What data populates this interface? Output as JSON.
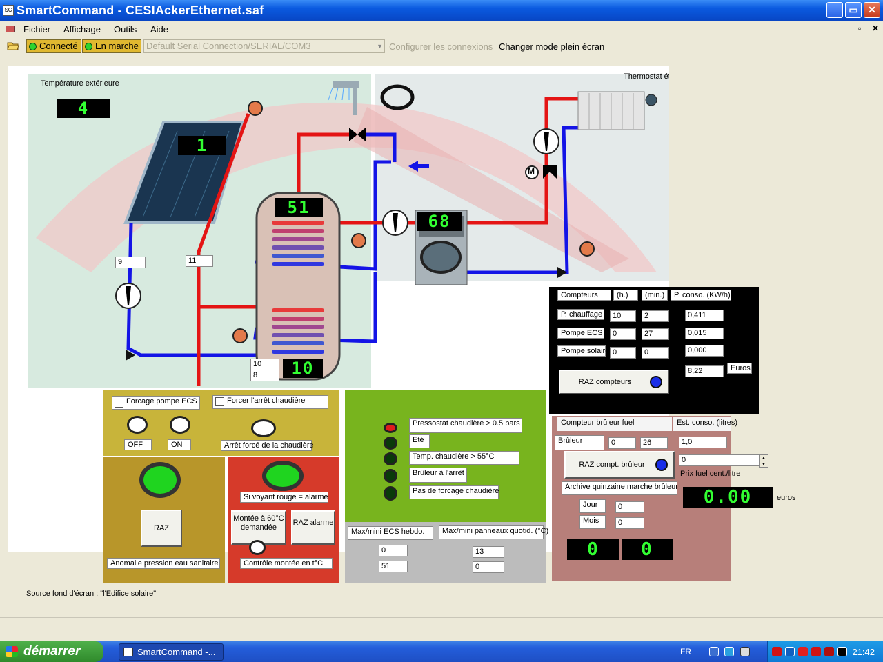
{
  "window": {
    "title": "SmartCommand - CESIAckerEthernet.saf"
  },
  "menu": {
    "items": [
      "Fichier",
      "Affichage",
      "Outils",
      "Aide"
    ]
  },
  "toolbar": {
    "connected_label": "Connecté",
    "running_label": "En marche",
    "connection_combo": "Default Serial Connection/SERIAL/COM3",
    "configure_label": "Configurer les connexions",
    "fullscreen_label": "Changer mode plein écran"
  },
  "scene": {
    "outdoor_temp_label": "Température extérieure",
    "outdoor_temp": "4",
    "thermostat_label": "Thermostat étage",
    "solar_panel_temp": "1",
    "tank_top_temp": "51",
    "tank_bottom_temp": "10",
    "boiler_temp": "68",
    "solar_in": "9",
    "solar_out": "11",
    "tank_in_a": "10",
    "tank_in_b": "8",
    "valve_label": "M",
    "source_note": "Source fond d'écran : \"l'Edifice solaire\""
  },
  "counters": {
    "headers": [
      "Compteurs",
      "(h.)",
      "(min.)",
      "P. conso. (KW/h)"
    ],
    "rows": [
      {
        "label": "P. chauffage",
        "h": "10",
        "min": "2",
        "power": "0,411"
      },
      {
        "label": "Pompe ECS",
        "h": "0",
        "min": "27",
        "power": "0,015"
      },
      {
        "label": "Pompe solaire",
        "h": "0",
        "min": "0",
        "power": "0,000"
      }
    ],
    "total": "8,22",
    "total_unit": "Euros",
    "reset_label": "RAZ compteurs"
  },
  "forcing": {
    "force_pump_label": "Forcage pompe ECS",
    "force_stop_label": "Forcer l'arrêt chaudière",
    "off_label": "OFF",
    "on_label": "ON",
    "forced_stop_label": "Arrêt forcé de la chaudière"
  },
  "pressure": {
    "reset_label": "RAZ",
    "anomaly_label": "Anomalie pression eau sanitaire"
  },
  "alarm": {
    "note": "Si voyant rouge = alarme",
    "rise_button": "Montée à 60°C demandée",
    "reset_alarm_button": "RAZ alarme",
    "control_label": "Contrôle montée en t°C"
  },
  "status": {
    "items": [
      "Pressostat chaudière  > 0.5 bars",
      "Eté",
      "Temp. chaudière > 55°C",
      "Brûleur à l'arrêt",
      "Pas de forcage chaudière"
    ]
  },
  "minmax": {
    "ecs_label": "Max/mini ECS hebdo.",
    "panel_label": "Max/mini panneaux quotid. (°C)",
    "ecs_max": "0",
    "ecs_min": "51",
    "panel_max": "13",
    "panel_min": "0"
  },
  "burner": {
    "counter_label": "Compteur brûleur fuel",
    "est_label": "Est. conso. (litres)",
    "burner_label": "Brûleur",
    "h": "0",
    "min": "26",
    "est_value": "1,0",
    "reset_label": "RAZ compt. brûleur",
    "price_value": "0",
    "price_label": "Prix fuel cent./litre",
    "archive_label": "Archive quinzaine marche brûleur",
    "cost_display": "0.00",
    "cost_unit": "euros",
    "day_label": "Jour",
    "day_value": "0",
    "month_label": "Mois",
    "month_value": "0",
    "seg_a": "0",
    "seg_b": "0"
  },
  "taskbar": {
    "start_label": "démarrer",
    "task_label": "SmartCommand -...",
    "lang": "FR",
    "time": "21:42"
  }
}
